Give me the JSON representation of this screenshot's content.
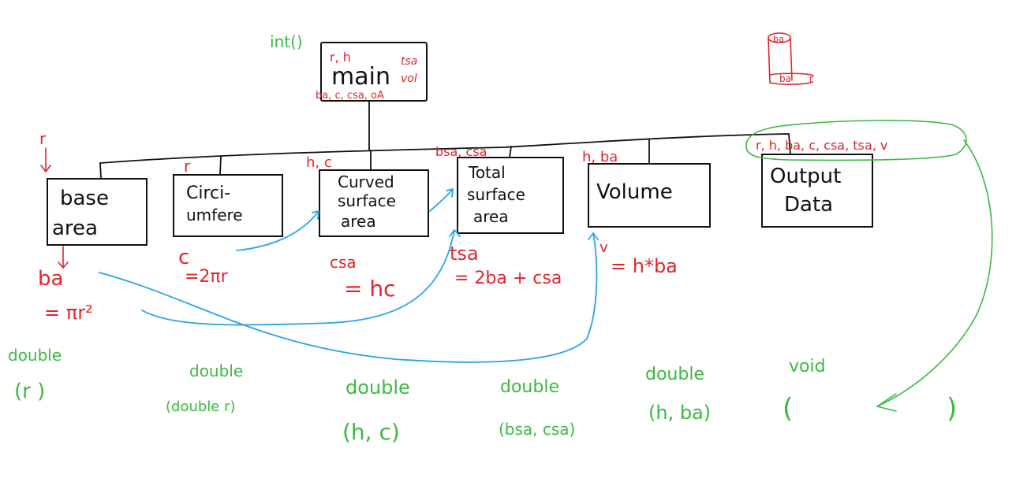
{
  "main": {
    "title": "main",
    "return_type": "int()",
    "vars_top": "r, h",
    "vars_right_1": "tsa",
    "vars_right_2": "vol",
    "vars_bottom": "ba, c, csa, oA"
  },
  "functions": [
    {
      "id": "base-area",
      "line1": "base",
      "line2": "area",
      "input": "r",
      "output_var": "ba",
      "formula": "= πr²",
      "return_type": "double",
      "params": "(r )"
    },
    {
      "id": "circumference",
      "line1": "Circi-",
      "line2": "umfere",
      "input": "r",
      "output_var": "c",
      "formula": "=2πr",
      "return_type": "double",
      "params": "(double r)"
    },
    {
      "id": "curved-surface-area",
      "line1": "Curved",
      "line2": "surface",
      "line3": "area",
      "input": "h, c",
      "output_var": "csa",
      "formula": "= hc",
      "return_type": "double",
      "params": "(h, c)"
    },
    {
      "id": "total-surface-area",
      "line1": "Total",
      "line2": "surface",
      "line3": "area",
      "input": "bsa, csa",
      "output_var": "tsa",
      "formula": "= 2ba + csa",
      "return_type": "double",
      "params": "(bsa, csa)"
    },
    {
      "id": "volume",
      "line1": "Volume",
      "input": "h, ba",
      "output_var": "v",
      "formula": "= h*ba",
      "return_type": "double",
      "params": "(h, ba)"
    },
    {
      "id": "output-data",
      "line1": "Output",
      "line2": "Data",
      "input": "r, h, ba, c, csa, tsa, v",
      "return_type": "void",
      "params_open": "(",
      "params_close": ")"
    }
  ],
  "cylinder": {
    "top_label": "ba",
    "bottom_label": "ba",
    "side_label": "r"
  },
  "colors": {
    "box_stroke": "#111111",
    "variables": "#e0262b",
    "types": "#3db843",
    "dataflow": "#2aa6de"
  }
}
